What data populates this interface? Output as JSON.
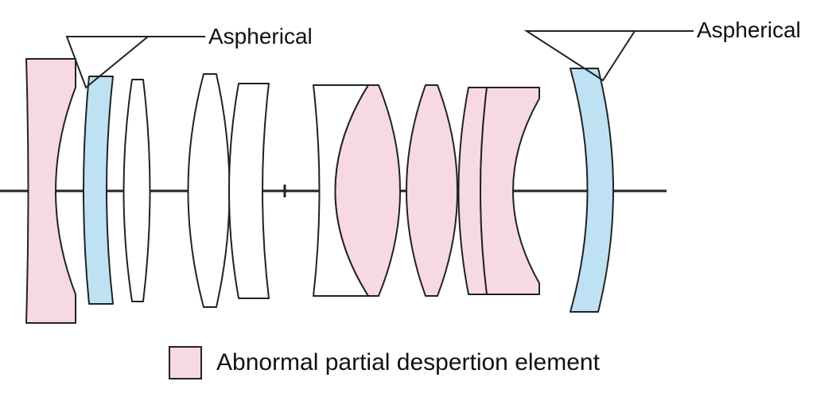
{
  "callouts": {
    "left": "Aspherical",
    "right": "Aspherical"
  },
  "legend": {
    "label": "Abnormal partial despertion element"
  },
  "colors": {
    "abnormal": "#f7d9e6",
    "aspherical": "#bfe1f4",
    "plain": "#ffffff",
    "stroke": "#222222"
  }
}
